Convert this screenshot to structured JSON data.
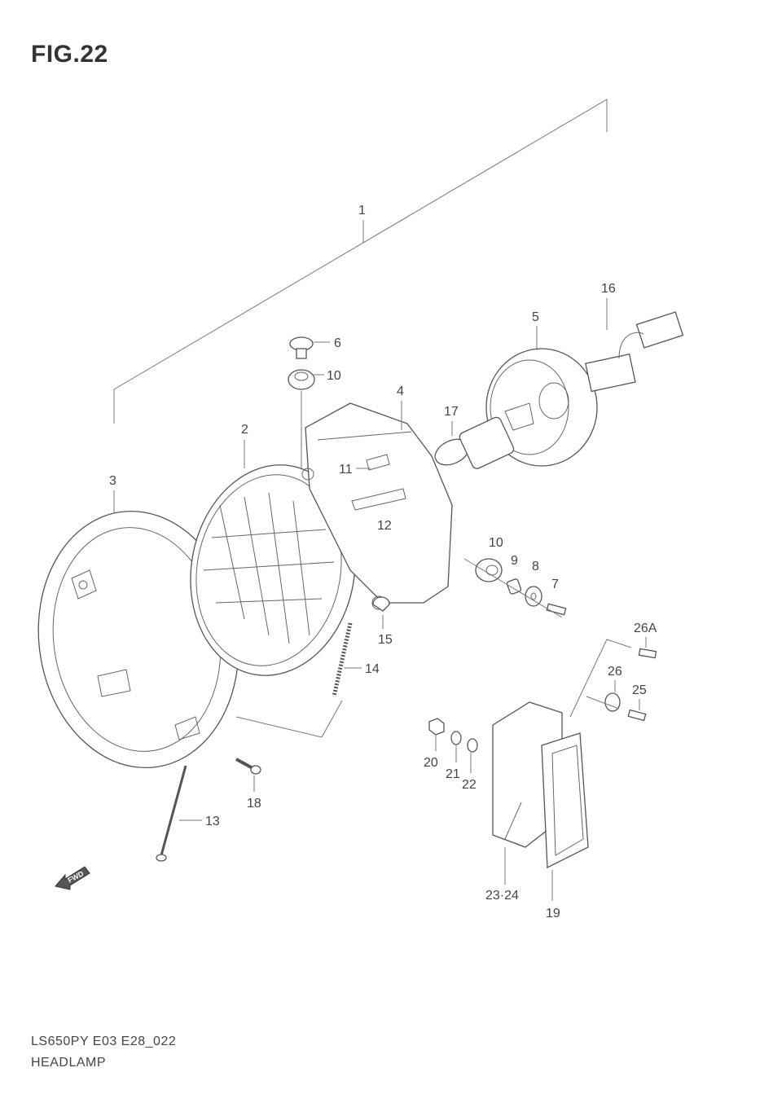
{
  "figure": {
    "title": "FIG.22"
  },
  "callouts": {
    "c1": "1",
    "c2": "2",
    "c3": "3",
    "c4": "4",
    "c5": "5",
    "c6": "6",
    "c7": "7",
    "c8": "8",
    "c9": "9",
    "c10a": "10",
    "c10b": "10",
    "c11": "11",
    "c12": "12",
    "c13": "13",
    "c14": "14",
    "c15": "15",
    "c16": "16",
    "c17": "17",
    "c18": "18",
    "c19": "19",
    "c20": "20",
    "c21": "21",
    "c22": "22",
    "c23_24": "23·24",
    "c25": "25",
    "c26": "26",
    "c26a": "26A"
  },
  "fwd_label": "FWD",
  "footer": {
    "model_code": "LS650PY E03 E28_022",
    "section_name": "HEADLAMP"
  }
}
